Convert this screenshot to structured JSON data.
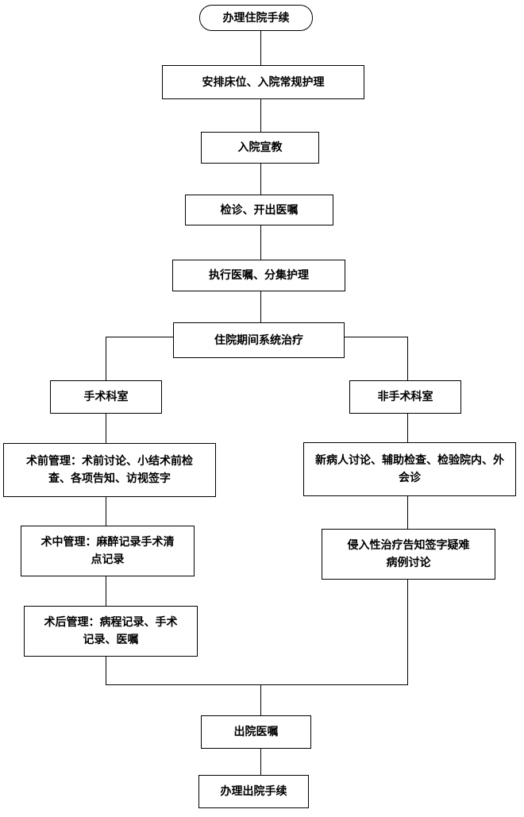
{
  "diagram": {
    "type": "flowchart",
    "nodes": {
      "start": "办理住院手续",
      "bed": "安排床位、入院常规护理",
      "admission_education": "入院宣教",
      "exam": "检诊、开出医嘱",
      "execute": "执行医嘱、分集护理",
      "treatment": "住院期间系统治疗",
      "surgical_dept": "手术科室",
      "non_surgical_dept": "非手术科室",
      "preop": "术前管理：术前讨论、小结术前检查、各项告知、访视签字",
      "intraop": "术中管理：麻醉记录手术清点记录",
      "postop": "术后管理：病程记录、手术记录、医嘱",
      "new_patient": "新病人讨论、辅助检查、检验院内、外会诊",
      "invasive": "侵入性治疗告知签字疑难病例讨论",
      "discharge_order": "出院医嘱",
      "discharge": "办理出院手续"
    },
    "edges": [
      [
        "start",
        "bed"
      ],
      [
        "bed",
        "admission_education"
      ],
      [
        "admission_education",
        "exam"
      ],
      [
        "exam",
        "execute"
      ],
      [
        "execute",
        "treatment"
      ],
      [
        "treatment",
        "surgical_dept"
      ],
      [
        "treatment",
        "non_surgical_dept"
      ],
      [
        "surgical_dept",
        "preop"
      ],
      [
        "preop",
        "intraop"
      ],
      [
        "intraop",
        "postop"
      ],
      [
        "non_surgical_dept",
        "new_patient"
      ],
      [
        "new_patient",
        "invasive"
      ],
      [
        "postop",
        "discharge_order"
      ],
      [
        "invasive",
        "discharge_order"
      ],
      [
        "discharge_order",
        "discharge"
      ]
    ],
    "line_color": "#000000",
    "box_fill": "#ffffff"
  }
}
